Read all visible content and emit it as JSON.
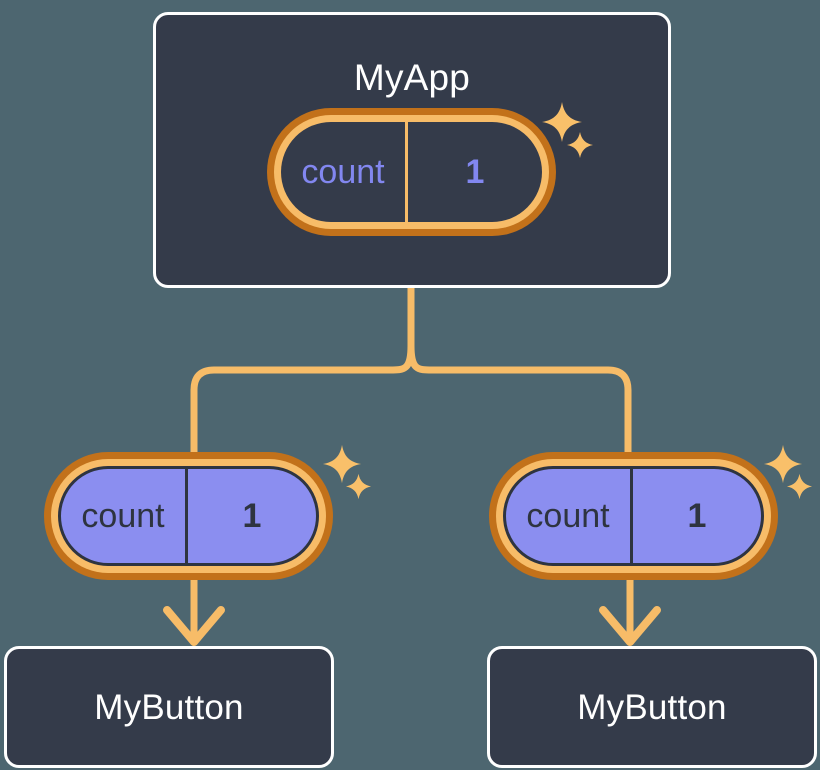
{
  "diagram": {
    "title": "MyApp component tree with shared count state",
    "background_color": "#4d6670"
  },
  "colors": {
    "page_background": "#4d6670",
    "card_fill": "#343b4a",
    "card_border": "#ffffff",
    "card_text": "#ffffff",
    "pill_ring_outer": "#c2711a",
    "pill_ring_inner": "#f7bc68",
    "pill_fill": "#8b8ef0",
    "pill_text_on_fill": "#2e3440",
    "pill_text_outlined": "#8287f0",
    "connector": "#f7bc68",
    "sparkle": "#f9c06a"
  },
  "nodes": {
    "root": {
      "label": "MyApp",
      "state": {
        "key": "count",
        "value": "1"
      }
    },
    "children": [
      {
        "state": {
          "key": "count",
          "value": "1"
        },
        "label": "MyButton"
      },
      {
        "state": {
          "key": "count",
          "value": "1"
        },
        "label": "MyButton"
      }
    ]
  },
  "icons": {
    "sparkle_large": "sparkle-icon",
    "sparkle_small": "sparkle-small-icon"
  }
}
